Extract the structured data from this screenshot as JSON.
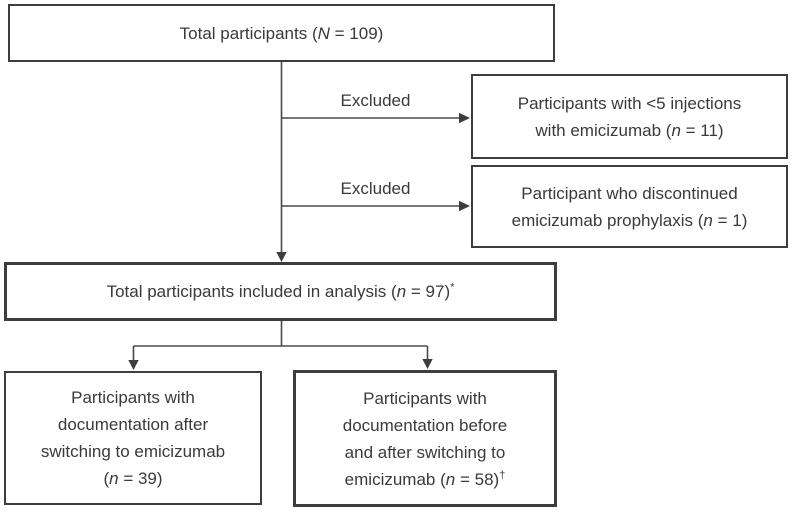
{
  "colors": {
    "border": "#3d3d3d",
    "text": "#3a3a3a",
    "line": "#4a4a4a",
    "background": "#ffffff"
  },
  "labels": {
    "excluded_1": "Excluded",
    "excluded_2": "Excluded"
  },
  "boxes": {
    "total": {
      "lines": [
        {
          "pre": "Total participants (",
          "it": "N",
          "post": " = 109)"
        }
      ]
    },
    "excluded_lt5": {
      "lines": [
        {
          "pre": "Participants with <5 injections"
        },
        {
          "pre": "with emicizumab (",
          "it": "n",
          "post": " = 11)"
        }
      ]
    },
    "excluded_disc": {
      "lines": [
        {
          "pre": "Participant who discontinued"
        },
        {
          "pre": "emicizumab prophylaxis (",
          "it": "n",
          "post": " = 1)"
        }
      ]
    },
    "analysis": {
      "lines": [
        {
          "pre": "Total participants included in analysis (",
          "it": "n",
          "post": " = 97)",
          "sup": "*"
        }
      ]
    },
    "doc_after": {
      "lines": [
        {
          "pre": "Participants with"
        },
        {
          "pre": "documentation after"
        },
        {
          "pre": "switching to emicizumab"
        },
        {
          "pre": "(",
          "it": "n",
          "post": " = 39)"
        }
      ]
    },
    "doc_before_after": {
      "lines": [
        {
          "pre": "Participants with"
        },
        {
          "pre": "documentation before"
        },
        {
          "pre": "and after switching to"
        },
        {
          "pre": "emicizumab (",
          "it": "n",
          "post": " = 58)",
          "sup": "†"
        }
      ]
    }
  }
}
